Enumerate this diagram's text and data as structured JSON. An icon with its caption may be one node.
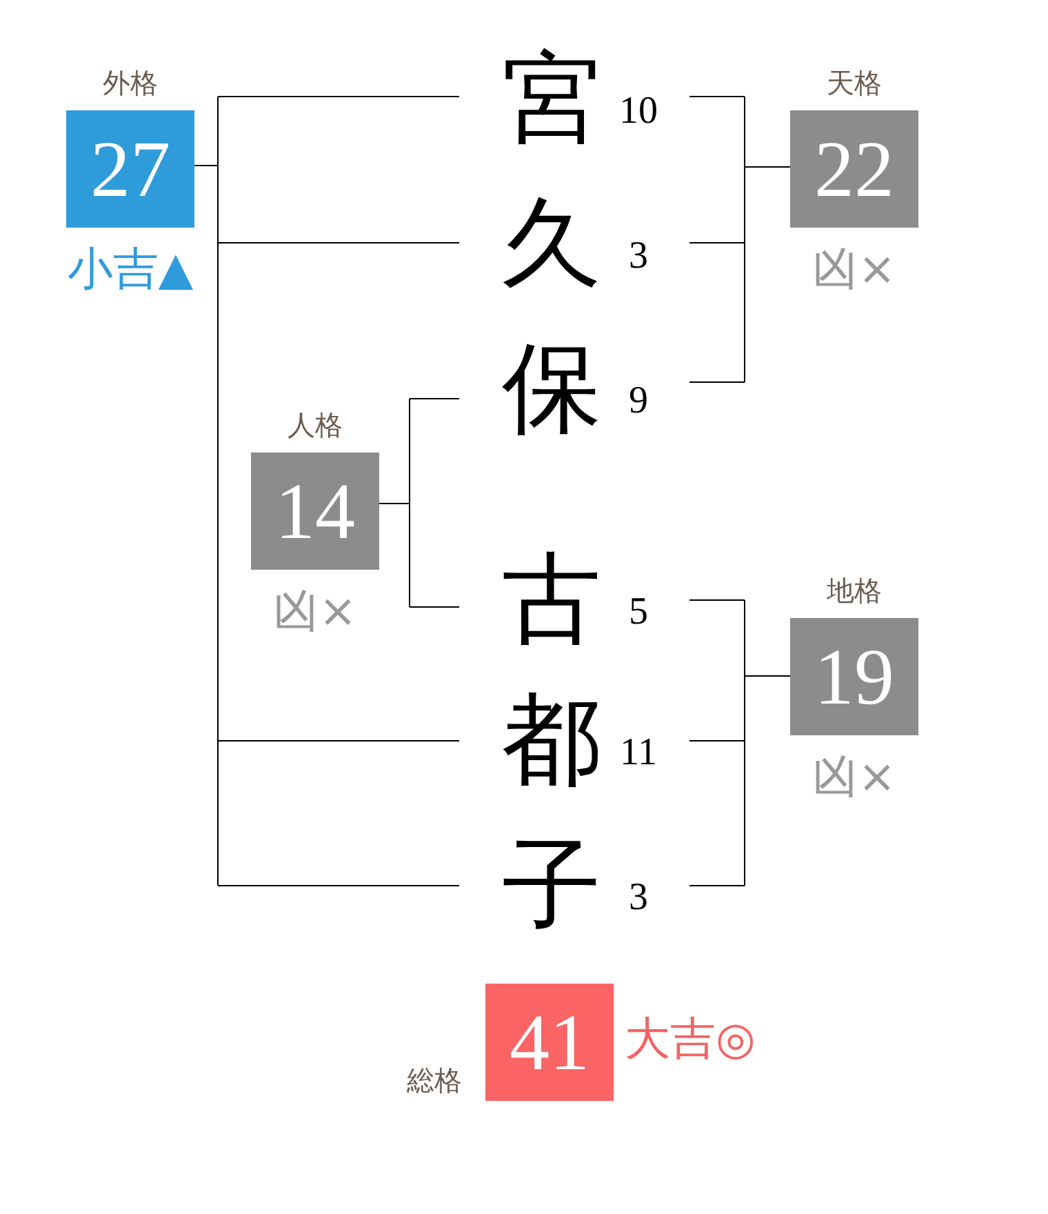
{
  "diagram": {
    "nodes": [
      {
        "text": [
          "外格",
          "27"
        ],
        "beside": [
          "小吉▲"
        ]
      },
      {
        "text": [
          "宮"
        ],
        "beside": [
          "10"
        ]
      },
      {
        "text": [
          "天格",
          "22"
        ],
        "beside": [
          "凶×"
        ]
      },
      {
        "text": [
          "久"
        ],
        "beside": [
          "3"
        ]
      },
      {
        "text": [
          "保"
        ],
        "beside": [
          "9"
        ]
      },
      {
        "text": [
          "人格",
          "14"
        ],
        "beside": [
          "凶×"
        ]
      },
      {
        "text": [
          "古"
        ],
        "beside": [
          "5"
        ]
      },
      {
        "text": [
          "地格",
          "19"
        ],
        "beside": [
          "凶×"
        ]
      },
      {
        "text": [
          "都"
        ],
        "beside": [
          "11"
        ]
      },
      {
        "text": [
          "子"
        ],
        "beside": [
          "3"
        ]
      },
      {
        "text": [
          "総格",
          "41"
        ],
        "beside": [
          "大吉◎"
        ]
      }
    ],
    "edges": [
      {
        "from": 1,
        "to": 0,
        "arrow": "none"
      },
      {
        "from": 3,
        "to": 0,
        "arrow": "none"
      },
      {
        "from": 8,
        "to": 0,
        "arrow": "none"
      },
      {
        "from": 9,
        "to": 0,
        "arrow": "none"
      },
      {
        "from": 1,
        "to": 2,
        "arrow": "none"
      },
      {
        "from": 3,
        "to": 2,
        "arrow": "none"
      },
      {
        "from": 4,
        "to": 2,
        "arrow": "none"
      },
      {
        "from": 4,
        "to": 5,
        "arrow": "none"
      },
      {
        "from": 6,
        "to": 5,
        "arrow": "none"
      },
      {
        "from": 6,
        "to": 7,
        "arrow": "none"
      },
      {
        "from": 8,
        "to": 7,
        "arrow": "none"
      },
      {
        "from": 9,
        "to": 7,
        "arrow": "none"
      }
    ]
  }
}
